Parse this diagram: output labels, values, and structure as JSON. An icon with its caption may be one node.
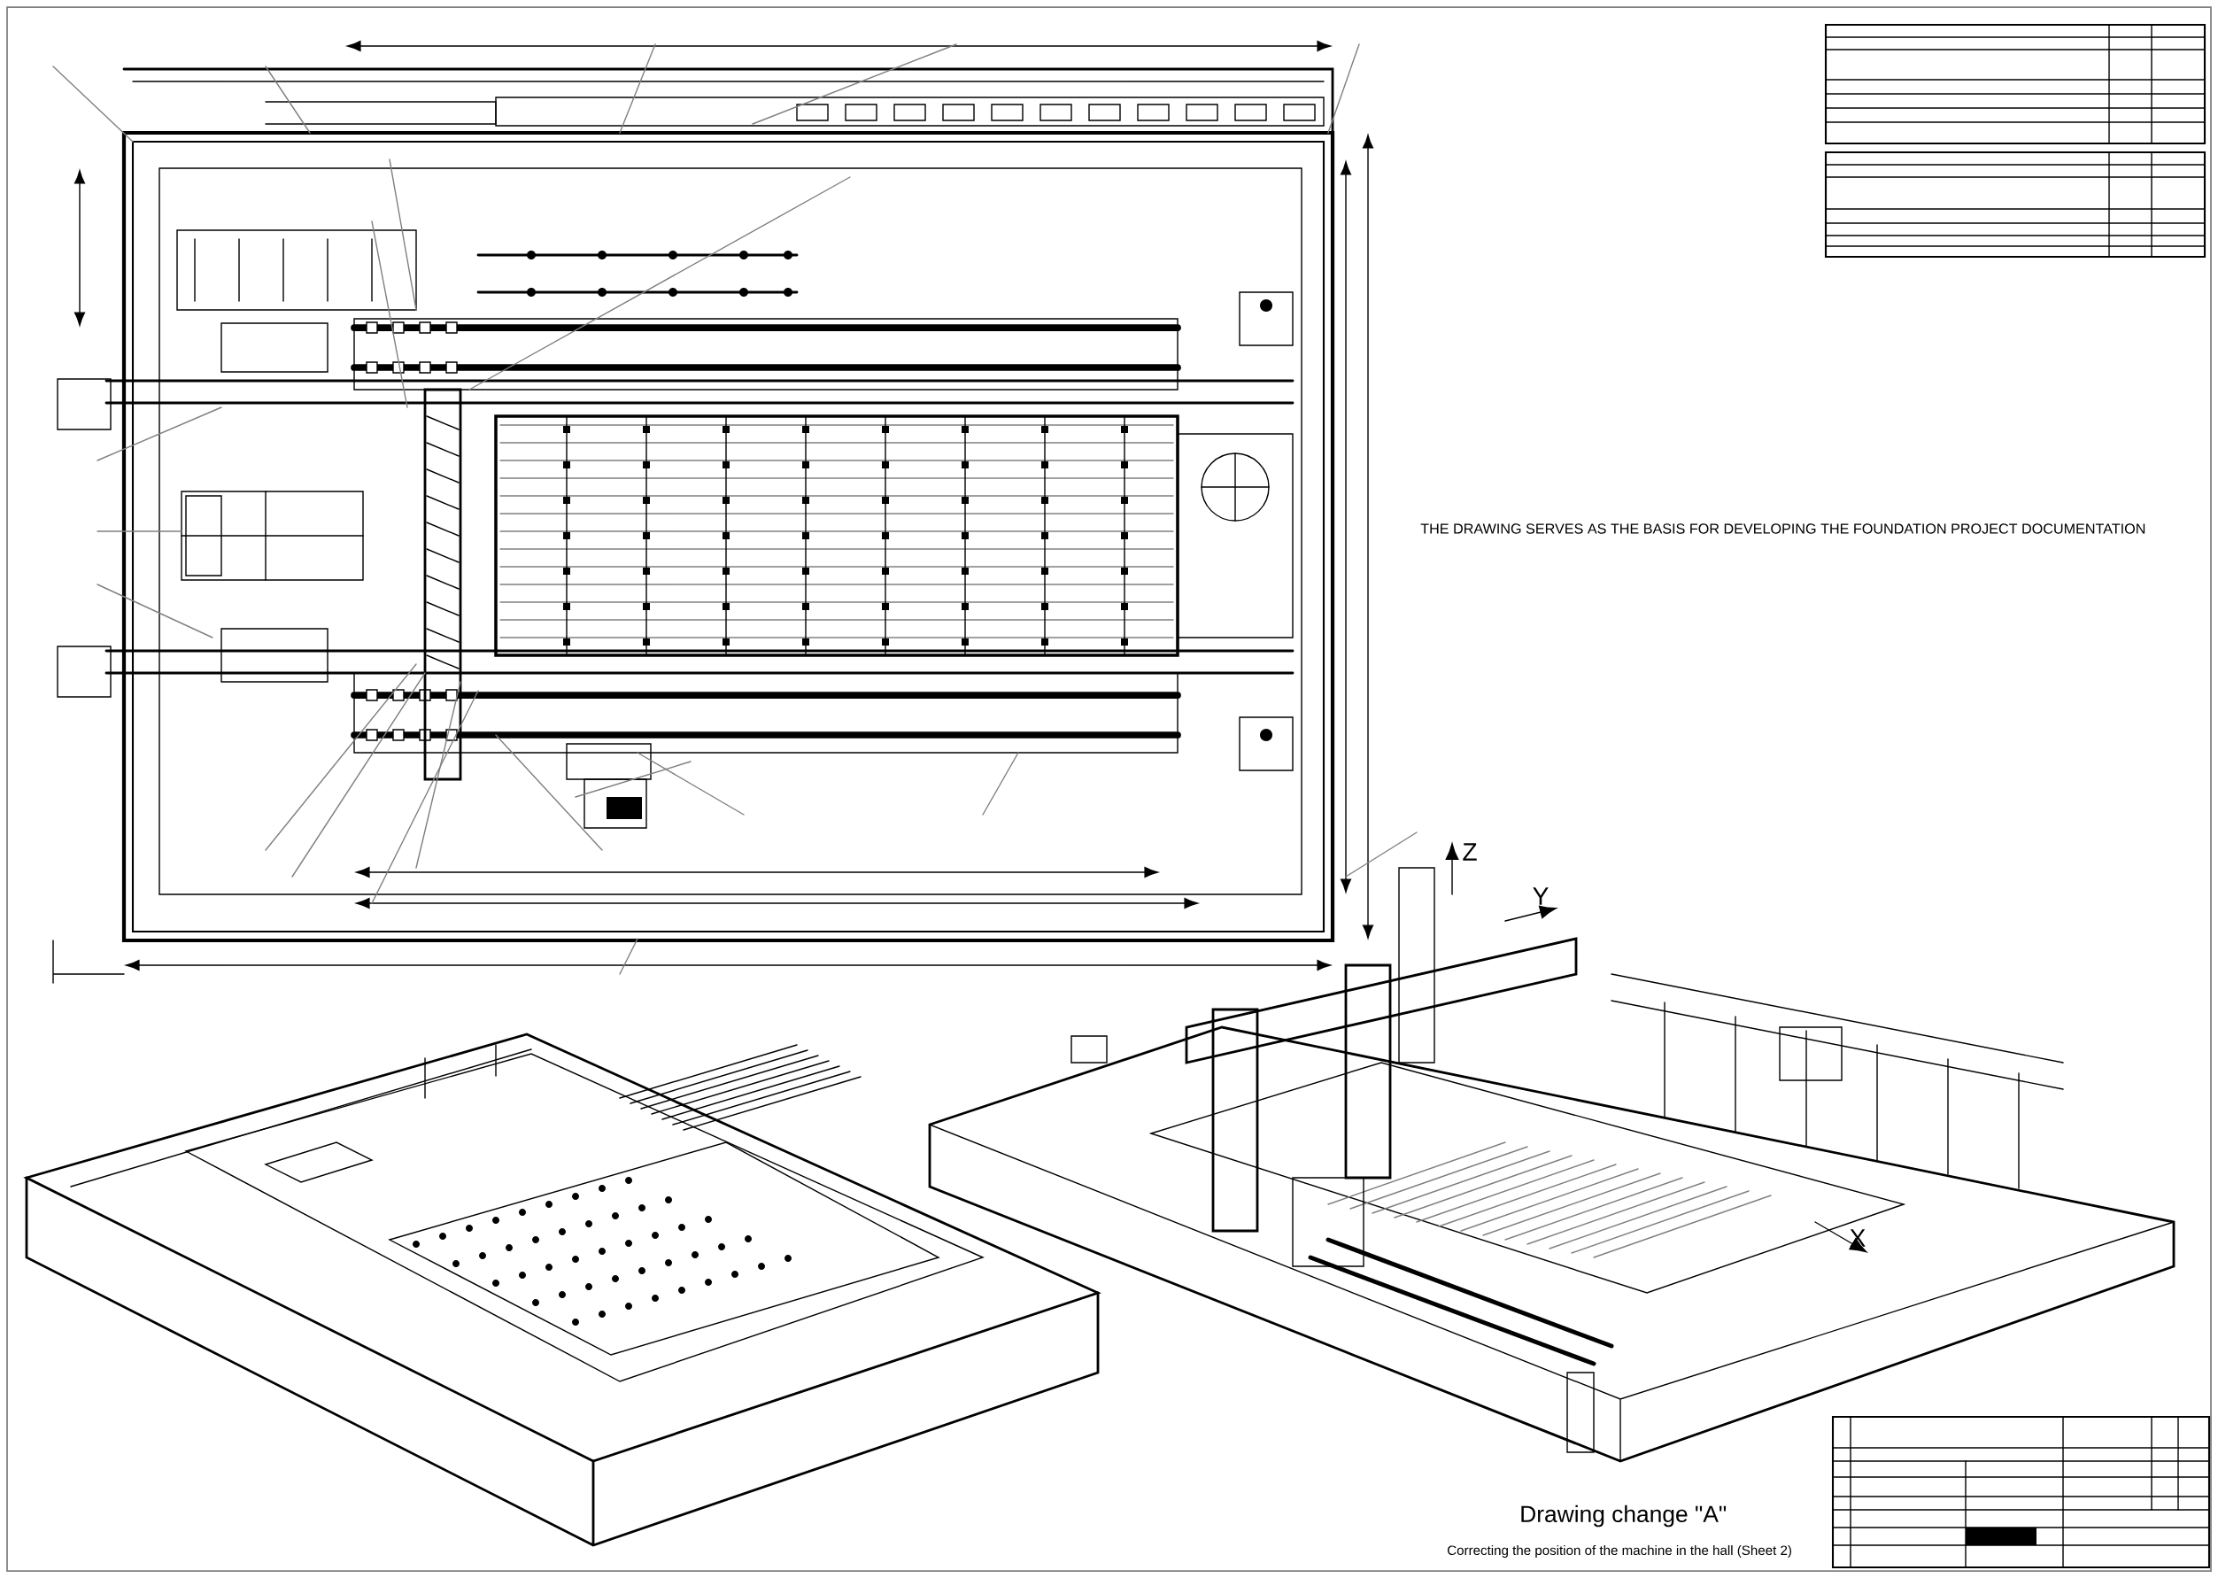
{
  "diagram": {
    "labels": [
      "THE DRAWING SERVES AS THE BASIS FOR DEVELOPING THE FOUNDATION PROJECT DOCUMENTATION",
      "Drawing change \"A\"",
      "Correcting the position of the machine in the hall (Sheet 2)",
      "Z",
      "Y",
      "X"
    ]
  }
}
